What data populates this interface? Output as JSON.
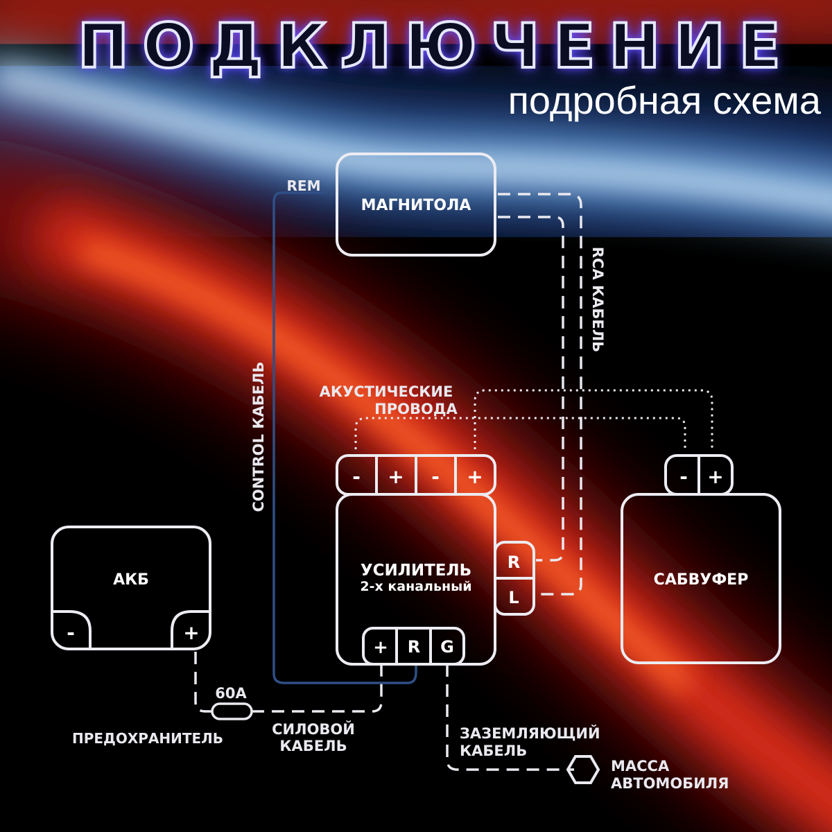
{
  "header": {
    "title": "ПОДКЛЮЧЕНИЕ",
    "subtitle": "подробная схема"
  },
  "nodes": {
    "head_unit": "МАГНИТОЛА",
    "amplifier_line1": "УСИЛИТЕЛЬ",
    "amplifier_line2": "2-х канальный",
    "battery": "АКБ",
    "subwoofer": "САБВУФЕР"
  },
  "terminals": {
    "minus": "-",
    "plus": "+",
    "r": "R",
    "l": "L",
    "g": "G"
  },
  "labels": {
    "rem": "REM",
    "control_cable": "CONTROL  КАБЕЛЬ",
    "rca_cable": "RCA КАБЕЛЬ",
    "speaker_wires_line1": "АКУСТИЧЕСКИЕ",
    "speaker_wires_line2": "ПРОВОДА",
    "fuse_rating": "60А",
    "fuse": "ПРЕДОХРАНИТЕЛЬ",
    "power_cable_line1": "СИЛОВОЙ",
    "power_cable_line2": "КАБЕЛЬ",
    "ground_cable_line1": "ЗАЗЕМЛЯЮЩИЙ",
    "ground_cable_line2": "КАБЕЛЬ",
    "chassis_line1": "МАССА",
    "chassis_line2": "АВТОМОБИЛЯ"
  },
  "colors": {
    "line": "#e9e9ef",
    "control_wire": "#2f4f86",
    "title_glow": "#6f5cff",
    "accent_red": "#e8321c",
    "accent_blue": "#9ad6ff"
  }
}
